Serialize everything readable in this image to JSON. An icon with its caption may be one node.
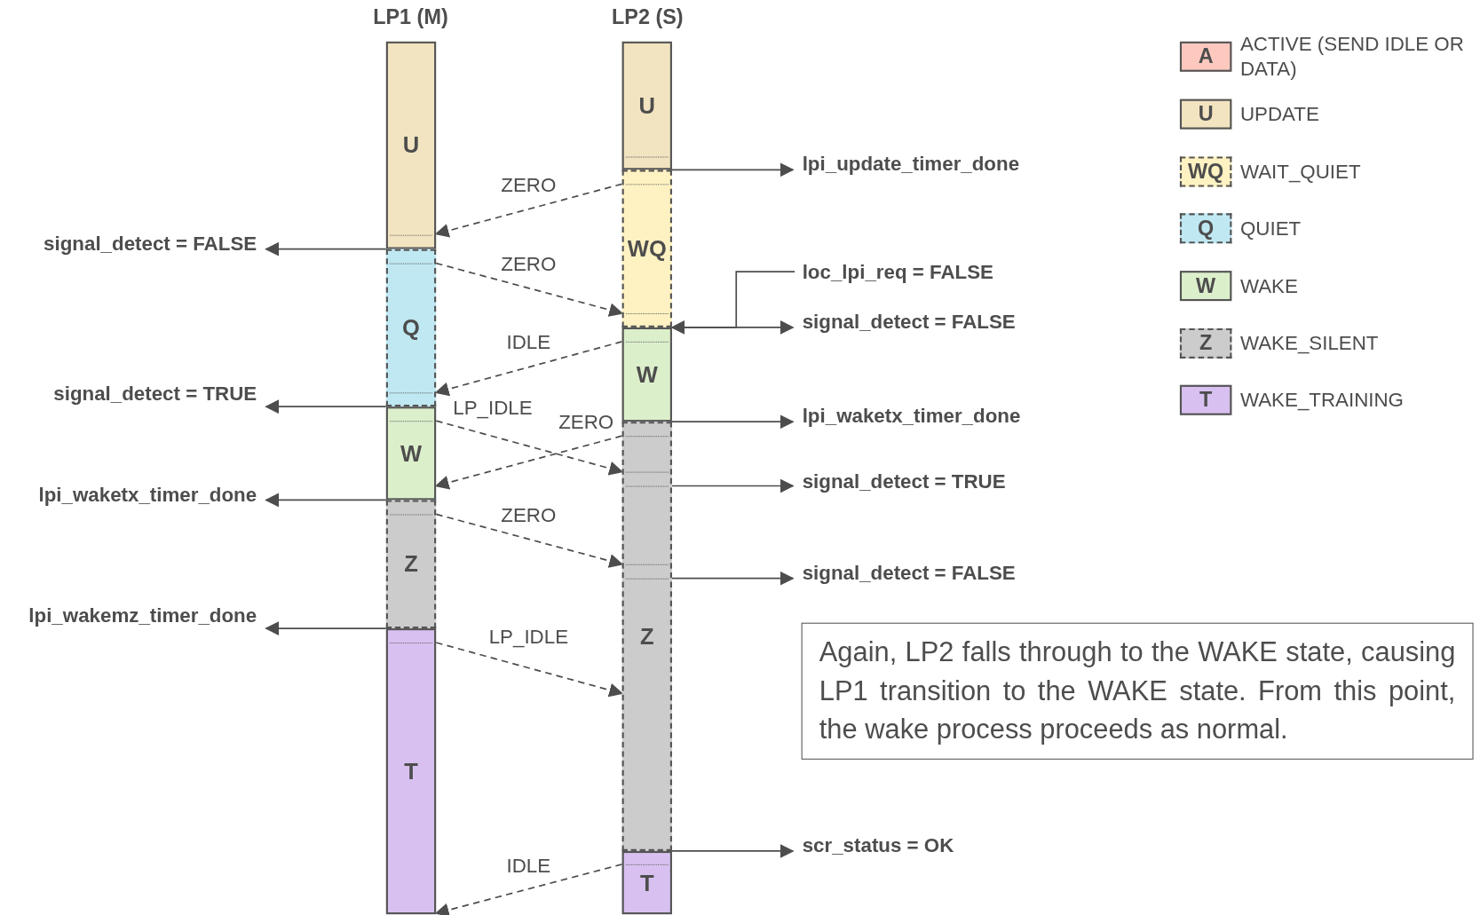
{
  "diagram": {
    "nodes": [
      {
        "text": [
          "U"
        ]
      },
      {
        "text": [
          "Q"
        ]
      },
      {
        "text": [
          "W"
        ]
      },
      {
        "text": [
          "Z"
        ]
      },
      {
        "text": [
          "T"
        ]
      },
      {
        "text": [
          "U"
        ]
      },
      {
        "text": [
          "WQ"
        ]
      },
      {
        "text": [
          "W"
        ]
      },
      {
        "text": [
          "Z"
        ]
      },
      {
        "text": [
          "T"
        ]
      },
      {
        "text": [
          "signal_detect = FALSE"
        ]
      },
      {
        "text": [
          "signal_detect = TRUE"
        ]
      },
      {
        "text": [
          "lpi_waketx_timer_done"
        ]
      },
      {
        "text": [
          "lpi_wakemz_timer_done"
        ]
      },
      {
        "text": [
          "lpi_update_timer_done"
        ]
      },
      {
        "text": [
          "loc_lpi_req = FALSE"
        ]
      },
      {
        "text": [
          "signal_detect = FALSE"
        ]
      },
      {
        "text": [
          "lpi_waketx_timer_done"
        ]
      },
      {
        "text": [
          "signal_detect = TRUE"
        ]
      },
      {
        "text": [
          "signal_detect = FALSE"
        ]
      },
      {
        "text": [
          "scr_status = OK"
        ]
      },
      {
        "text": [
          "Again, LP2 falls through to the WAKE state, causing LP1 transition to the WAKE state. From this point, the wake process proceeds as normal."
        ]
      }
    ],
    "edges": [
      {
        "from": 6,
        "to": 0,
        "arrow": "to",
        "label": "ZERO",
        "style": "dashed"
      },
      {
        "from": 1,
        "to": 6,
        "arrow": "to",
        "label": "ZERO",
        "style": "dashed"
      },
      {
        "from": 7,
        "to": 1,
        "arrow": "to",
        "label": "IDLE",
        "style": "dashed"
      },
      {
        "from": 2,
        "to": 8,
        "arrow": "to",
        "label": "LP_IDLE",
        "style": "dashed"
      },
      {
        "from": 8,
        "to": 2,
        "arrow": "to",
        "label": "ZERO",
        "style": "dashed"
      },
      {
        "from": 3,
        "to": 8,
        "arrow": "to",
        "label": "ZERO",
        "style": "dashed"
      },
      {
        "from": 4,
        "to": 8,
        "arrow": "to",
        "label": "LP_IDLE",
        "style": "dashed"
      },
      {
        "from": 9,
        "to": 4,
        "arrow": "to",
        "label": "IDLE",
        "style": "dashed"
      },
      {
        "from": 0,
        "to": 10,
        "arrow": "to"
      },
      {
        "from": 1,
        "to": 11,
        "arrow": "to"
      },
      {
        "from": 2,
        "to": 12,
        "arrow": "to"
      },
      {
        "from": 3,
        "to": 13,
        "arrow": "to"
      },
      {
        "from": 5,
        "to": 14,
        "arrow": "to"
      },
      {
        "from": 15,
        "to": 6,
        "arrow": "to"
      },
      {
        "from": 6,
        "to": 16,
        "arrow": "to"
      },
      {
        "from": 7,
        "to": 17,
        "arrow": "to"
      },
      {
        "from": 8,
        "to": 18,
        "arrow": "to"
      },
      {
        "from": 8,
        "to": 19,
        "arrow": "to"
      },
      {
        "from": 8,
        "to": 20,
        "arrow": "to"
      }
    ],
    "labels": [
      "LP1 (M)",
      "LP2 (S)",
      "A",
      "U",
      "WQ",
      "Q",
      "W",
      "Z",
      "T"
    ],
    "legend": [
      {
        "text": "ACTIVE (SEND IDLE OR DATA)",
        "color": "#fdc9bf"
      },
      {
        "text": "UPDATE",
        "color": "#f2e4c0"
      },
      {
        "text": "WAIT_QUIET",
        "color": "#fff2c2"
      },
      {
        "text": "QUIET",
        "color": "#bfe8f2"
      },
      {
        "text": "WAKE",
        "color": "#dcefcb"
      },
      {
        "text": "WAKE_SILENT",
        "color": "#cccccc"
      },
      {
        "text": "WAKE_TRAINING",
        "color": "#d8c1f0"
      }
    ]
  }
}
